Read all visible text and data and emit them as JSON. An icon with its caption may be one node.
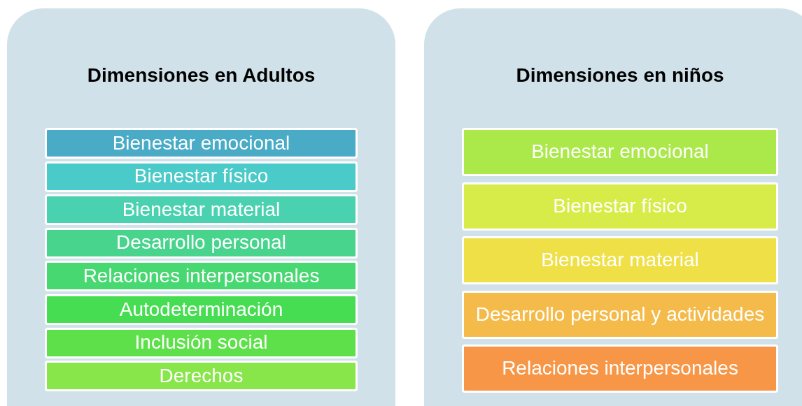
{
  "diagram": {
    "nodes": [
      {
        "text": [
          "Dimensiones en Adultos"
        ]
      },
      {
        "text": [
          "Bienestar emocional"
        ],
        "in": 0
      },
      {
        "text": [
          "Bienestar físico"
        ],
        "in": 0
      },
      {
        "text": [
          "Bienestar material"
        ],
        "in": 0
      },
      {
        "text": [
          "Desarrollo personal"
        ],
        "in": 0
      },
      {
        "text": [
          "Relaciones interpersonales"
        ],
        "in": 0
      },
      {
        "text": [
          "Autodeterminación"
        ],
        "in": 0
      },
      {
        "text": [
          "Inclusión social"
        ],
        "in": 0
      },
      {
        "text": [
          "Derechos"
        ],
        "in": 0
      },
      {
        "text": [
          "Dimensiones en niños"
        ]
      },
      {
        "text": [
          "Bienestar emocional"
        ],
        "in": 9
      },
      {
        "text": [
          "Bienestar físico"
        ],
        "in": 9
      },
      {
        "text": [
          "Bienestar material"
        ],
        "in": 9
      },
      {
        "text": [
          "Desarrollo personal y actividades"
        ],
        "in": 9
      },
      {
        "text": [
          "Relaciones interpersonales"
        ],
        "in": 9
      }
    ]
  }
}
